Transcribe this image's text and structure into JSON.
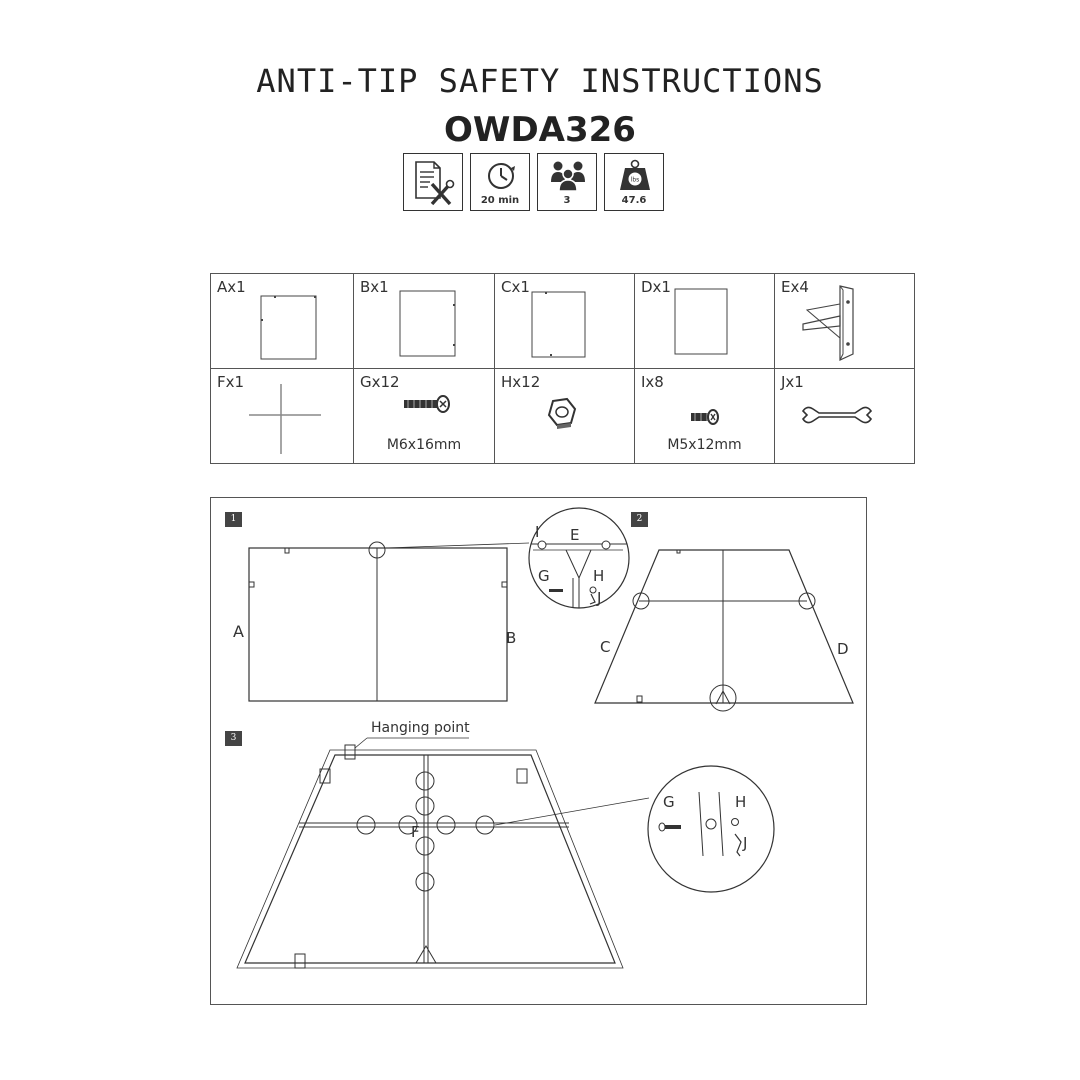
{
  "header": {
    "title": "ANTI-TIP SAFETY INSTRUCTIONS",
    "model": "OWDA326"
  },
  "info_icons": [
    {
      "icon": "manual-tools-icon",
      "label": ""
    },
    {
      "icon": "clock-icon",
      "label": "20 min"
    },
    {
      "icon": "people-icon",
      "label": "3"
    },
    {
      "icon": "weight-icon",
      "label": "47.6",
      "weight_unit": "lbs"
    }
  ],
  "parts": [
    {
      "code": "Ax1",
      "size": ""
    },
    {
      "code": "Bx1",
      "size": ""
    },
    {
      "code": "Cx1",
      "size": ""
    },
    {
      "code": "Dx1",
      "size": ""
    },
    {
      "code": "Ex4",
      "size": ""
    },
    {
      "code": "Fx1",
      "size": ""
    },
    {
      "code": "Gx12",
      "size": "M6x16mm"
    },
    {
      "code": "Hx12",
      "size": ""
    },
    {
      "code": "Ix8",
      "size": "M5x12mm"
    },
    {
      "code": "Jx1",
      "size": ""
    }
  ],
  "steps": {
    "step1": {
      "number": "1",
      "labels": {
        "a": "A",
        "b": "B",
        "i": "I",
        "e": "E",
        "g": "G",
        "h": "H",
        "j": "J"
      }
    },
    "step2": {
      "number": "2",
      "labels": {
        "c": "C",
        "d": "D"
      }
    },
    "step3": {
      "number": "3",
      "hanging_point": "Hanging point",
      "labels": {
        "f": "F",
        "g": "G",
        "h": "H",
        "j": "J"
      }
    }
  }
}
